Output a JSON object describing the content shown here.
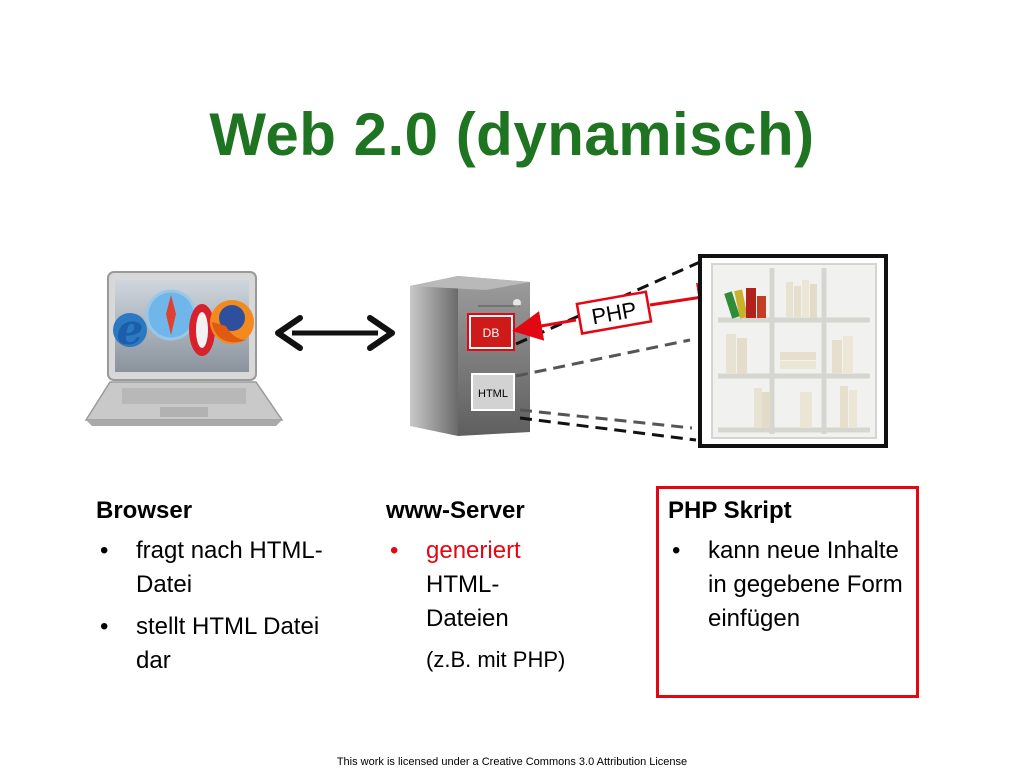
{
  "slide": {
    "title": "Web 2.0 (dynamisch)",
    "footer": "This work is licensed under a Creative Commons 3.0 Attribution License"
  },
  "diagram": {
    "php_label": "PHP",
    "db_label": "DB",
    "html_label": "HTML",
    "colors": {
      "title": "#1e7421",
      "highlight": "#e30613"
    },
    "icons": [
      "laptop-icon",
      "browser-logos-icon",
      "double-arrow-icon",
      "server-tower-icon",
      "bookshelf-icon",
      "books-icon"
    ]
  },
  "columns": {
    "browser": {
      "heading": "Browser",
      "items": [
        "fragt nach HTML-Datei",
        "stellt HTML Datei dar"
      ]
    },
    "server": {
      "heading": "www-Server",
      "item_highlight": "generiert",
      "item_rest_1": "HTML-",
      "item_rest_2": "Dateien",
      "note": "(z.B. mit PHP)"
    },
    "php": {
      "heading": "PHP Skript",
      "items": [
        "kann neue Inhalte in gegebene Form einfügen"
      ]
    }
  }
}
